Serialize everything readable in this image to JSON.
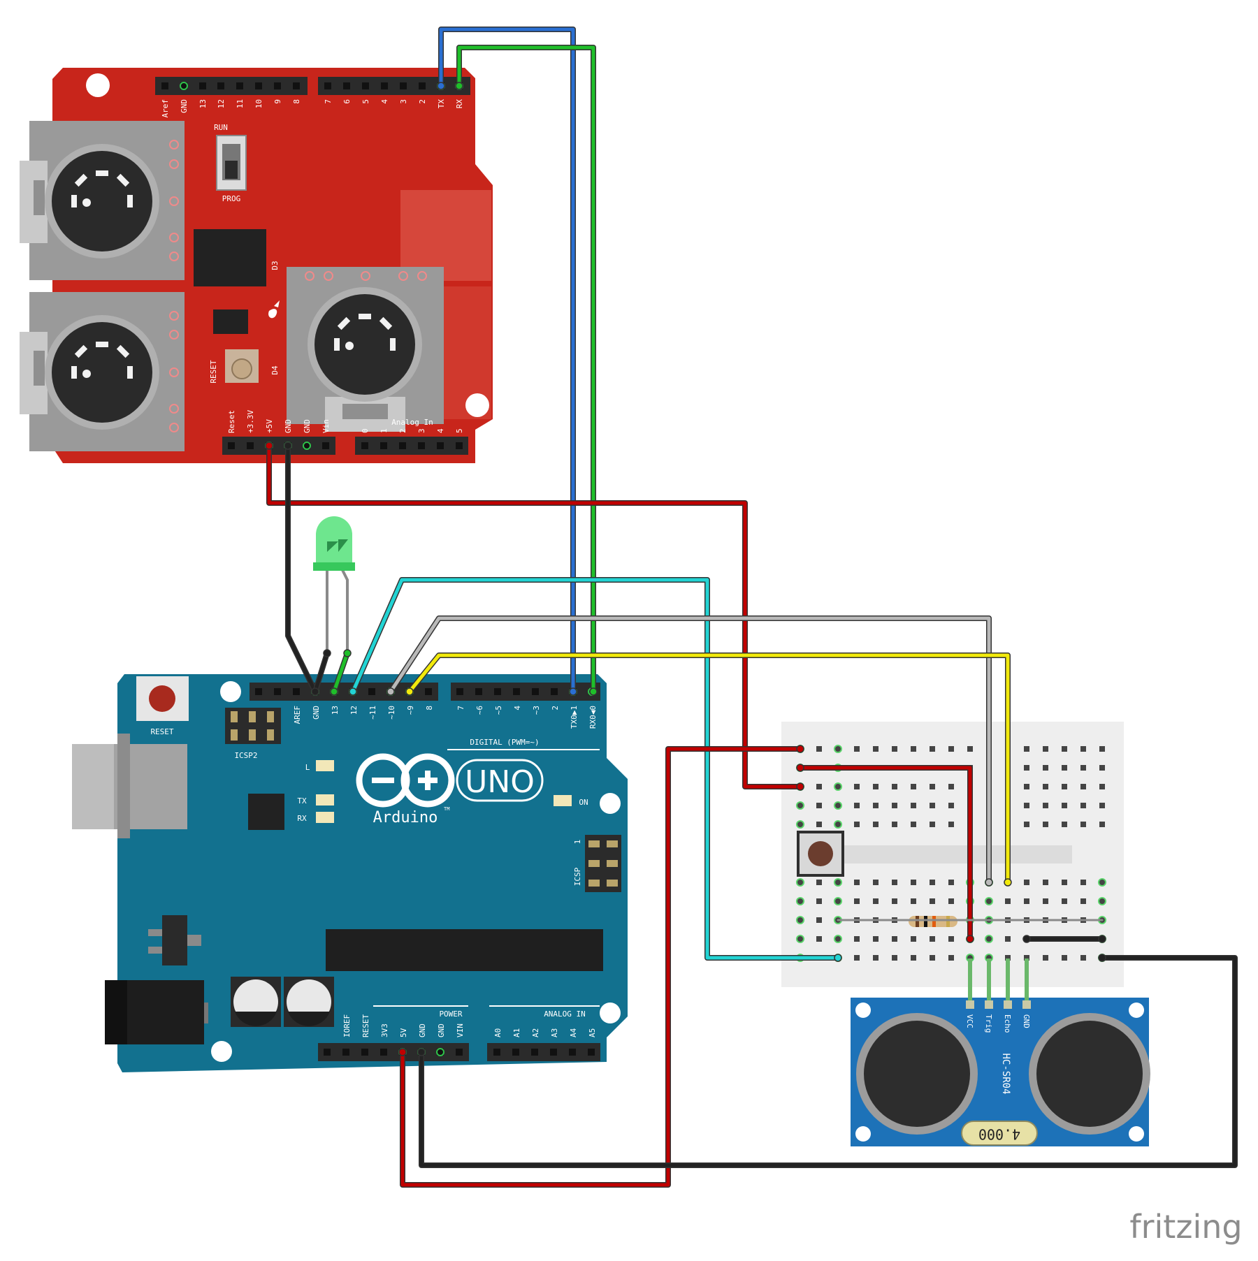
{
  "colors": {
    "shield": "#c8251b",
    "uno": "#12718f",
    "breadboard": "#eeeeee",
    "sensor": "#1d72b8",
    "wire_red": "#c00000",
    "wire_black": "#222222",
    "wire_blue": "#2a6fd2",
    "wire_green": "#1fbf2a",
    "wire_cyan": "#22d4d4",
    "wire_gray": "#b9b9b9",
    "wire_yellow": "#f2ea0c",
    "led_green": "#55e27a"
  },
  "midi_shield": {
    "top_header_labels": [
      "Aref",
      "GND",
      "13",
      "12",
      "11",
      "10",
      "9",
      "8",
      "7",
      "6",
      "5",
      "4",
      "3",
      "2",
      "TX",
      "RX"
    ],
    "switch_top": "RUN",
    "switch_bottom": "PROG",
    "d3": "D3",
    "d4": "D4",
    "reset": "RESET",
    "power_labels": [
      "Reset",
      "+3.3V",
      "+5V",
      "GND",
      "GND",
      "Vin"
    ],
    "analog_title": "Analog In",
    "analog_labels": [
      "0",
      "1",
      "2",
      "3",
      "4",
      "5"
    ]
  },
  "arduino": {
    "reset": "RESET",
    "icsp2": "ICSP2",
    "icsp": "ICSP",
    "icsp_pin1": "1",
    "digital_labels": [
      "AREF",
      "GND",
      "13",
      "12",
      "~11",
      "~10",
      "~9",
      "8",
      "7",
      "~6",
      "~5",
      "4",
      "~3",
      "2",
      "TX0▶1",
      "RX0◀0"
    ],
    "digital_title": "DIGITAL (PWM=~)",
    "led_l": "L",
    "led_tx": "TX",
    "led_rx": "RX",
    "led_on": "ON",
    "uno": "UNO",
    "brand": "Arduino",
    "tm": "TM",
    "power_title": "POWER",
    "power_labels": [
      "IOREF",
      "RESET",
      "3V3",
      "5V",
      "GND",
      "GND",
      "VIN"
    ],
    "analog_title": "ANALOG IN",
    "analog_labels": [
      "A0",
      "A1",
      "A2",
      "A3",
      "A4",
      "A5"
    ]
  },
  "sensor": {
    "pins": [
      "VCC",
      "Trig",
      "Echo",
      "GND"
    ],
    "model": "HC-SR04",
    "crystal": "4.000"
  },
  "footer": {
    "logo": "fritzing"
  }
}
